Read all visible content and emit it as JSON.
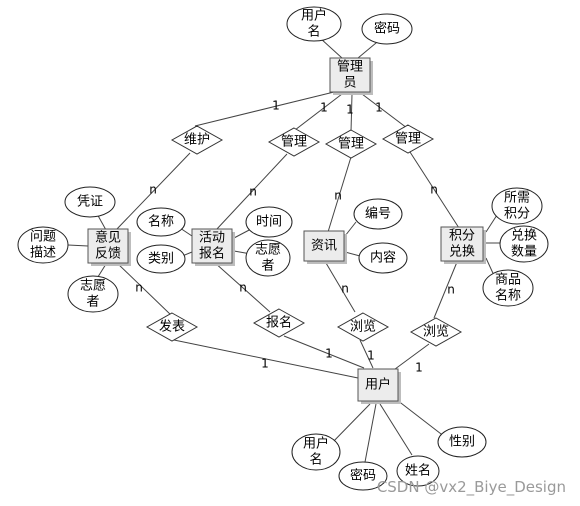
{
  "entities": {
    "admin": [
      "管理",
      "员"
    ],
    "feedback": [
      "意见",
      "反馈"
    ],
    "activity": [
      "活动",
      "报名"
    ],
    "news": [
      "资讯"
    ],
    "points": [
      "积分",
      "兑换"
    ],
    "user": [
      "用户"
    ]
  },
  "attributes": {
    "admin_username": [
      "用户",
      "名"
    ],
    "admin_password": [
      "密码"
    ],
    "feedback_voucher": [
      "凭证"
    ],
    "feedback_problem": [
      "问题",
      "描述"
    ],
    "feedback_volunteer": [
      "志愿",
      "者"
    ],
    "activity_name": [
      "名称"
    ],
    "activity_category": [
      "类别"
    ],
    "activity_time": [
      "时间"
    ],
    "activity_volunteer": [
      "志愿",
      "者"
    ],
    "news_number": [
      "编号"
    ],
    "news_content": [
      "内容"
    ],
    "points_required": [
      "所需",
      "积分"
    ],
    "points_exchange_qty": [
      "兑换",
      "数量"
    ],
    "points_product_name": [
      "商品",
      "名称"
    ],
    "user_username": [
      "用户",
      "名"
    ],
    "user_password": [
      "密码"
    ],
    "user_name": [
      "姓名"
    ],
    "user_gender": [
      "性别"
    ]
  },
  "relationships": {
    "maintain": "维护",
    "manage_activity": "管理",
    "manage_news": "管理",
    "manage_points": "管理",
    "publish": "发表",
    "signup": "报名",
    "browse_news": "浏览",
    "browse_points": "浏览"
  },
  "cardinalities": {
    "maintain_admin": "1",
    "maintain_feedback": "n",
    "manage_activity_admin": "1",
    "manage_activity_activity": "n",
    "manage_news_admin": "1",
    "manage_news_news": "n",
    "manage_points_admin": "1",
    "manage_points_points": "n",
    "publish_feedback": "n",
    "publish_user": "1",
    "signup_activity": "n",
    "signup_user": "1",
    "browse_news_news": "n",
    "browse_news_user": "1",
    "browse_points_points": "n",
    "browse_points_user": "1"
  },
  "watermark": "CSDN @vx2_Biye_Design"
}
